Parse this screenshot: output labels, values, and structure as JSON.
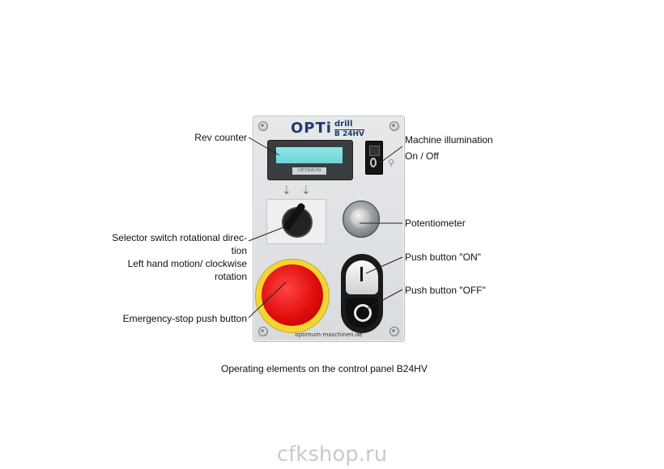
{
  "panel": {
    "brand": "OPTi",
    "brand_sub": "drill",
    "model": "B 24HV",
    "display_plate": "OPTIMUM",
    "url": "optimum-maschinen.de"
  },
  "labels": {
    "rev_counter": "Rev counter",
    "illumination_line1": "Machine illumination",
    "illumination_line2": "On / Off",
    "potentiometer": "Potentiometer",
    "selector_line1": "Selector switch rotational direc-",
    "selector_line2": "tion",
    "selector_line3": "Left hand motion/ clockwise",
    "selector_line4": "rotation",
    "push_on": "Push button \"ON\"",
    "push_off": "Push button \"OFF\"",
    "emergency": "Emergency-stop push button"
  },
  "caption": "Operating elements on the control panel B24HV",
  "watermark": "cfkshop.ru",
  "colors": {
    "lcd": "#6fd2d6",
    "emergency_red": "#e10d0d",
    "emergency_yellow": "#f4d534",
    "brand_blue": "#1e3a6e"
  }
}
